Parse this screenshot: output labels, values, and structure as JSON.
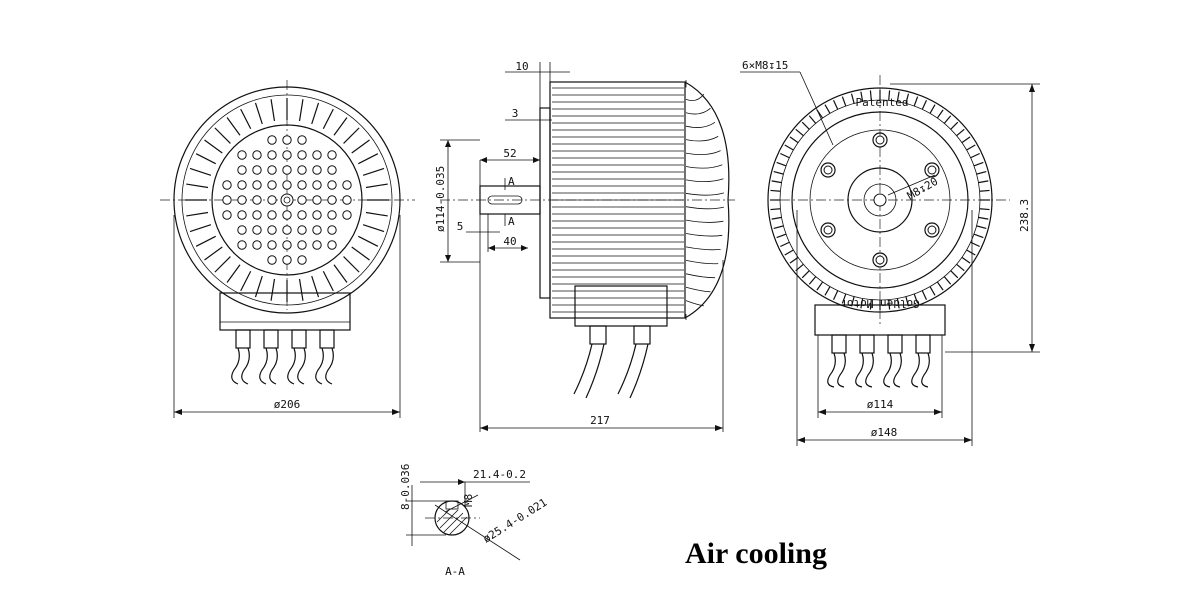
{
  "labels": {
    "front_diameter": "ø206",
    "side_offset_10": "10",
    "side_offset_3": "3",
    "side_shaft_52": "52",
    "side_key_5": "5",
    "side_key_40": "40",
    "side_section_top": "A",
    "side_section_bottom": "A",
    "side_shaft_dia": "ø114-0.035",
    "side_length": "217",
    "rear_bolt_pattern": "6×M8↧15",
    "rear_center_thread": "M8↧20",
    "rear_patented": "Patented",
    "rear_brand": "Golden Motor",
    "rear_pcd_114": "ø114",
    "rear_pcd_148": "ø148",
    "rear_height": "238.3",
    "section_width": "21.4-0.2",
    "section_key": "8-0.036",
    "section_thread": "M8",
    "section_diameter": "ø25.4-0.021",
    "section_name": "A-A",
    "caption": "Air cooling"
  }
}
